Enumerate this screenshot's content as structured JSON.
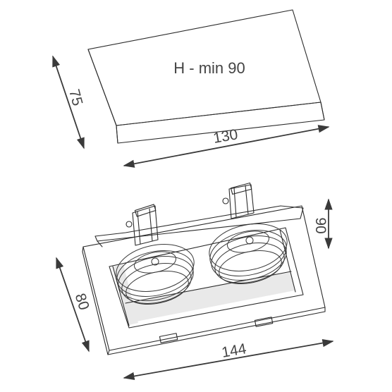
{
  "cutout_box": {
    "label": "H - min 90",
    "depth_dimension": "75",
    "width_dimension": "130"
  },
  "fixture": {
    "height_dimension": "90",
    "depth_dimension": "80",
    "width_dimension": "144"
  }
}
